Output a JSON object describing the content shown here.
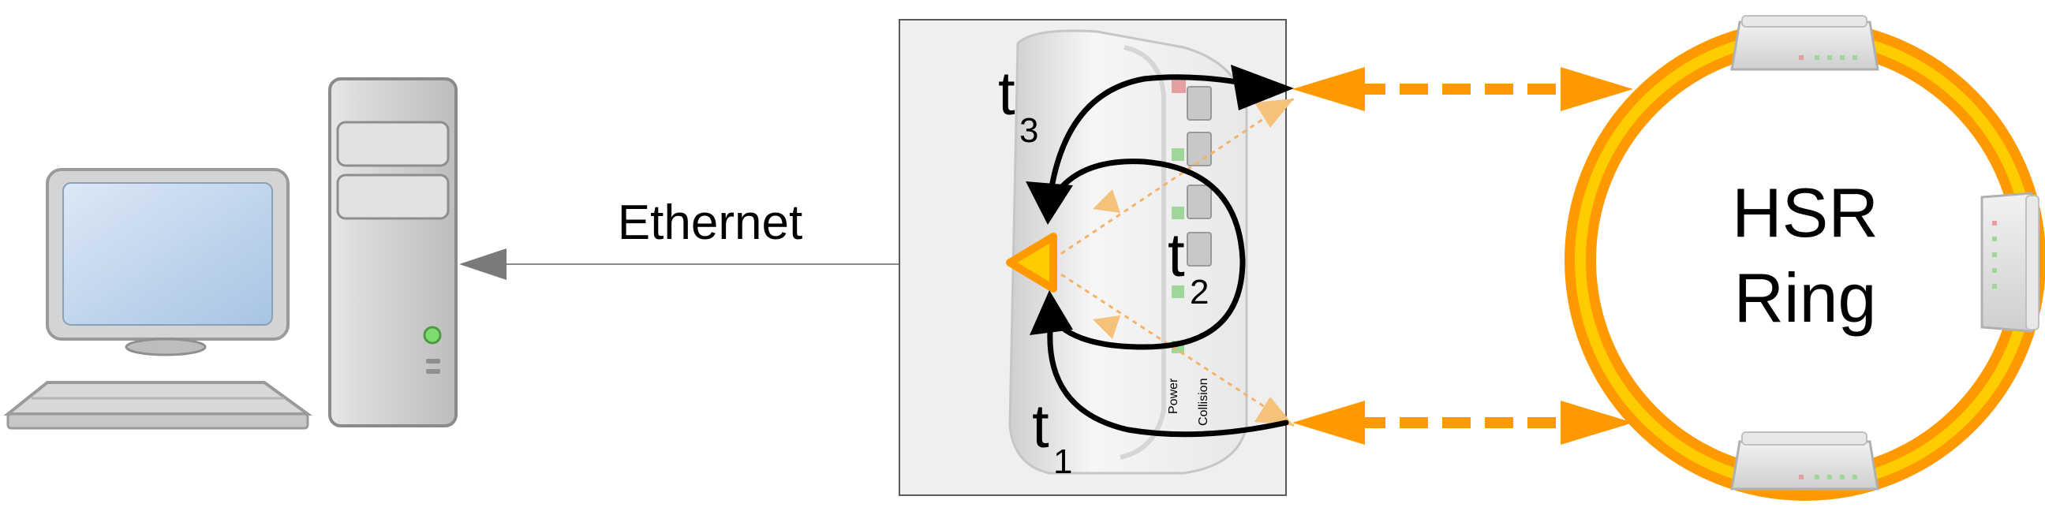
{
  "diagram": {
    "link_label": "Ethernet",
    "ring_label_line1": "HSR",
    "ring_label_line2": "Ring",
    "timing_labels": [
      {
        "base": "t",
        "sub": "3"
      },
      {
        "base": "t",
        "sub": "2"
      },
      {
        "base": "t",
        "sub": "1"
      }
    ],
    "device_leds": [
      "Power",
      "Collision"
    ],
    "colors": {
      "ring_outer": "#ff9900",
      "ring_inner": "#ffcc00",
      "arrow_orange": "#ff9900",
      "arrow_light": "#f4c27a",
      "flow_arrow": "#000000",
      "ethernet_line": "#8a8a8a"
    },
    "icons": [
      "desktop-computer-icon",
      "network-switch-icon",
      "ring-node-icon"
    ]
  }
}
